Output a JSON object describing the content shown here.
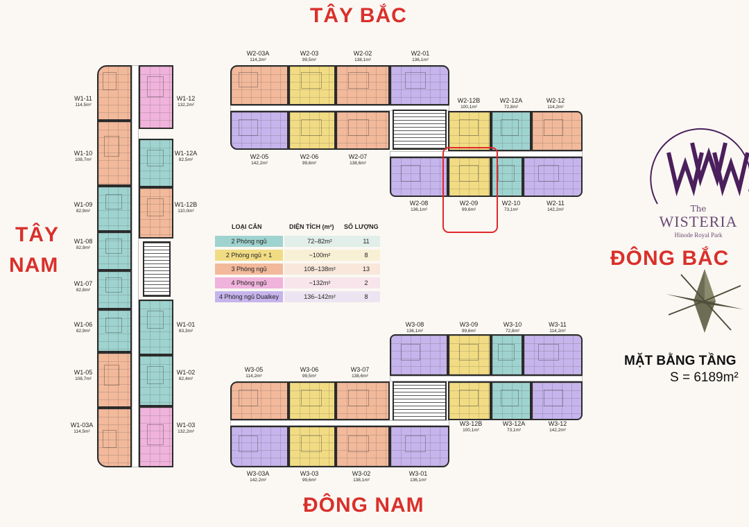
{
  "compass": {
    "north_west": "TÂY BẮC",
    "south_west_1": "TÂY",
    "south_west_2": "NAM",
    "north_east": "ĐÔNG BẮC",
    "south_east": "ĐÔNG NAM"
  },
  "brand": {
    "name": "WISTERIA",
    "prefix": "The",
    "subtitle": "Hinode Royal Park",
    "color": "#4b1f5c"
  },
  "floor": {
    "title": "MẶT BẰNG TẦNG",
    "area": "S = 6189m²"
  },
  "colors": {
    "two_bed": "#9fd3cf",
    "two_bed_plus": "#f1dc84",
    "three_bed": "#f2b99b",
    "four_bed": "#f0b3db",
    "four_bed_dualkey": "#c6b4ec",
    "highlight": "#e0262b",
    "compass_text": "#d9302c"
  },
  "legend": {
    "header_type": "LOẠI CĂN",
    "header_area": "DIỆN TÍCH (m²)",
    "header_count": "SỐ LƯỢNG",
    "rows": [
      {
        "name": "2 Phòng ngủ",
        "range": "72–82m²",
        "count": "11"
      },
      {
        "name": "2 Phòng ngủ + 1",
        "range": "~100m²",
        "count": "8"
      },
      {
        "name": "3 Phòng ngủ",
        "range": "108–138m²",
        "count": "13"
      },
      {
        "name": "4 Phòng ngủ",
        "range": "~132m²",
        "count": "2"
      },
      {
        "name": "4 Phòng ngủ Dualkey",
        "range": "136–142m²",
        "count": "8"
      }
    ]
  },
  "units": [
    {
      "code": "W1-11",
      "area": "114,5m²"
    },
    {
      "code": "W1-12",
      "area": "132,2m²"
    },
    {
      "code": "W1-10",
      "area": "108,7m²"
    },
    {
      "code": "W1-12A",
      "area": "82,5m²"
    },
    {
      "code": "W1-09",
      "area": "82,9m²"
    },
    {
      "code": "W1-12B",
      "area": "110,0m²"
    },
    {
      "code": "W1-08",
      "area": "82,9m²"
    },
    {
      "code": "W1-07",
      "area": "82,8m²"
    },
    {
      "code": "W1-06",
      "area": "82,9m²"
    },
    {
      "code": "W1-01",
      "area": "83,3m²"
    },
    {
      "code": "W1-05",
      "area": "108,7m²"
    },
    {
      "code": "W1-02",
      "area": "82,4m²"
    },
    {
      "code": "W1-03A",
      "area": "114,5m²"
    },
    {
      "code": "W1-03",
      "area": "132,2m²"
    },
    {
      "code": "W2-03A",
      "area": "114,2m²"
    },
    {
      "code": "W2-03",
      "area": "99,5m²"
    },
    {
      "code": "W2-02",
      "area": "138,1m²"
    },
    {
      "code": "W2-01",
      "area": "136,1m²"
    },
    {
      "code": "W2-12B",
      "area": "100,1m²"
    },
    {
      "code": "W2-12A",
      "area": "72,8m²"
    },
    {
      "code": "W2-12",
      "area": "114,2m²"
    },
    {
      "code": "W2-05",
      "area": "142,2m²"
    },
    {
      "code": "W2-06",
      "area": "99,6m²"
    },
    {
      "code": "W2-07",
      "area": "138,6m²"
    },
    {
      "code": "W2-08",
      "area": "136,1m²"
    },
    {
      "code": "W2-09",
      "area": "99,6m²"
    },
    {
      "code": "W2-10",
      "area": "73,1m²"
    },
    {
      "code": "W2-11",
      "area": "142,2m²"
    },
    {
      "code": "W3-08",
      "area": "136,1m²"
    },
    {
      "code": "W3-09",
      "area": "99,6m²"
    },
    {
      "code": "W3-10",
      "area": "72,8m²"
    },
    {
      "code": "W3-11",
      "area": "114,2m²"
    },
    {
      "code": "W3-05",
      "area": "114,2m²"
    },
    {
      "code": "W3-06",
      "area": "99,5m²"
    },
    {
      "code": "W3-07",
      "area": "138,6m²"
    },
    {
      "code": "W3-12B",
      "area": "100,1m²"
    },
    {
      "code": "W3-12A",
      "area": "73,1m²"
    },
    {
      "code": "W3-12",
      "area": "142,2m²"
    },
    {
      "code": "W3-03A",
      "area": "142,2m²"
    },
    {
      "code": "W3-03",
      "area": "99,6m²"
    },
    {
      "code": "W3-02",
      "area": "138,1m²"
    },
    {
      "code": "W3-01",
      "area": "136,1m²"
    }
  ]
}
